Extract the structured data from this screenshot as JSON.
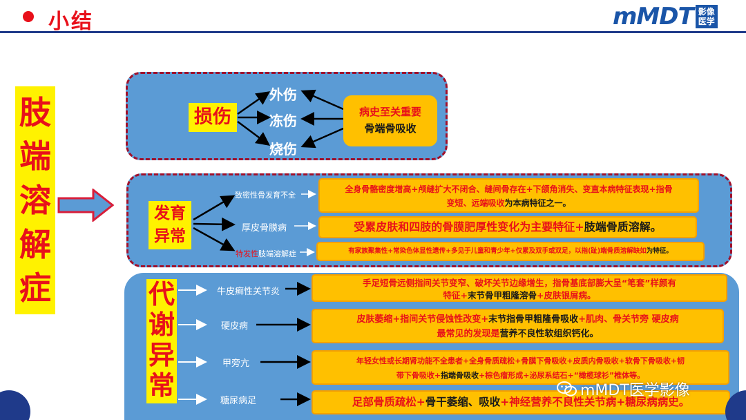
{
  "header": {
    "title": "小结",
    "logo_main": "mMDT",
    "logo_sub_1": "影像",
    "logo_sub_2": "医学"
  },
  "main_title": [
    "肢",
    "端",
    "溶",
    "解",
    "症"
  ],
  "injury": {
    "label": "损伤",
    "items": [
      "外伤",
      "冻伤",
      "烧伤"
    ],
    "note_line1": "病史至关重要",
    "note_line2": "骨端骨吸收"
  },
  "development": {
    "label_line1": "发育",
    "label_line2": "异常",
    "rows": [
      {
        "name": "致密性骨发育不全",
        "desc_line1_red": "全身骨骼密度增高+颅缝扩大不闭合、缝间骨存在+下颌角消失、变直本病特征表现+指骨",
        "desc_line2_red": "变短、远端吸收",
        "desc_line2_black": "为本病特征之一。"
      },
      {
        "name": "厚皮骨膜病",
        "desc_red": "受累皮肤和四肢的骨膜肥厚性变化为主要特征+",
        "desc_black": "肢端骨质溶解。"
      },
      {
        "name_red": "特发性",
        "name_white": "肢端溶解症",
        "desc_red": "有家族聚集性+常染色体显性遗传+多见于儿童和青少年+仅累及双手或双足，以指(趾)端骨质溶解缺如",
        "desc_black": "为特征。"
      }
    ]
  },
  "metabolic": {
    "label": [
      "代",
      "谢",
      "异",
      "常"
    ],
    "rows": [
      {
        "name": "牛皮癣性关节炎",
        "desc_line1_red": "手足短骨远侧指间关节变窄、破坏关节边缘增生，指骨基底部膨大呈“笔套”样颜有",
        "desc_line2_red": "特征+",
        "desc_line2_black": "末节骨甲粗隆溶骨",
        "desc_line2_red2": "+皮肤银屑病。"
      },
      {
        "name": "硬皮病",
        "desc_line1_red": "皮肤萎缩+指间关节侵蚀性改变+",
        "desc_line1_black": "末节指骨甲粗隆骨吸收",
        "desc_line1_red2": "+肌肉、骨关节旁  硬皮病",
        "desc_line2_red": "最常见的发现是",
        "desc_line2_black": "营养不良性软组织钙化。"
      },
      {
        "name": "甲旁亢",
        "desc_line1_red": "年轻女性或长期肾功能不全患者+全身骨质疏松+骨膜下骨吸收+皮质内骨吸收+软骨下骨吸收+韧",
        "desc_line2_red": "带下骨吸收+",
        "desc_line2_black": "指端骨吸收",
        "desc_line2_red2": "+棕色瘤形成+泌尿系结石+“橄榄球衫”椎体等。"
      },
      {
        "name": "糖尿病足",
        "desc_red": "足部骨质疏松+",
        "desc_black": "骨干萎缩、吸收",
        "desc_red2": "+神经营养不良性关节病+糖尿病病史。"
      }
    ]
  },
  "watermark": "mMDT医学影像",
  "colors": {
    "accent_red": "#e8101a",
    "panel_blue": "#5b9bd5",
    "highlight_yellow": "#fff200",
    "box_orange": "#ffc000",
    "navy": "#1f3a8a"
  }
}
